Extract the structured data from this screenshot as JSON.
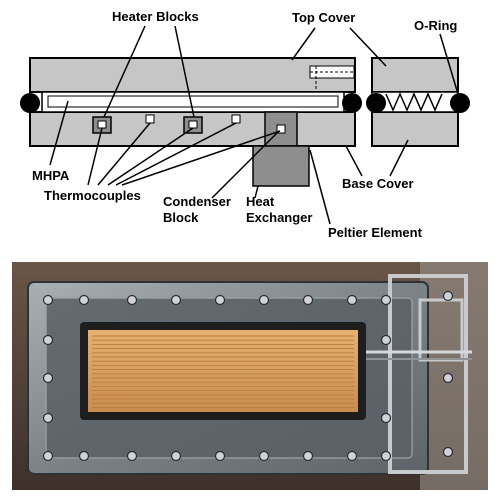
{
  "diagram": {
    "labels": {
      "heater_blocks": "Heater Blocks",
      "top_cover": "Top Cover",
      "o_ring": "O-Ring",
      "mhpa": "MHPA",
      "thermocouples": "Thermocouples",
      "condenser_block_line1": "Condenser",
      "condenser_block_line2": "Block",
      "heat_exchanger_line1": "Heat",
      "heat_exchanger_line2": "Exchanger",
      "base_cover": "Base Cover",
      "peltier_element": "Peltier Element"
    },
    "colors": {
      "cover_gray": "#c6c6c6",
      "dark_gray": "#8e8e8e",
      "line": "#000000",
      "background": "#ffffff"
    }
  },
  "photo": {
    "colors": {
      "background": "#5a4840",
      "housing": "#9aa0a4",
      "housing_dark": "#4a4d52",
      "pad": "#d9a263",
      "pad_line": "#b88040"
    }
  }
}
